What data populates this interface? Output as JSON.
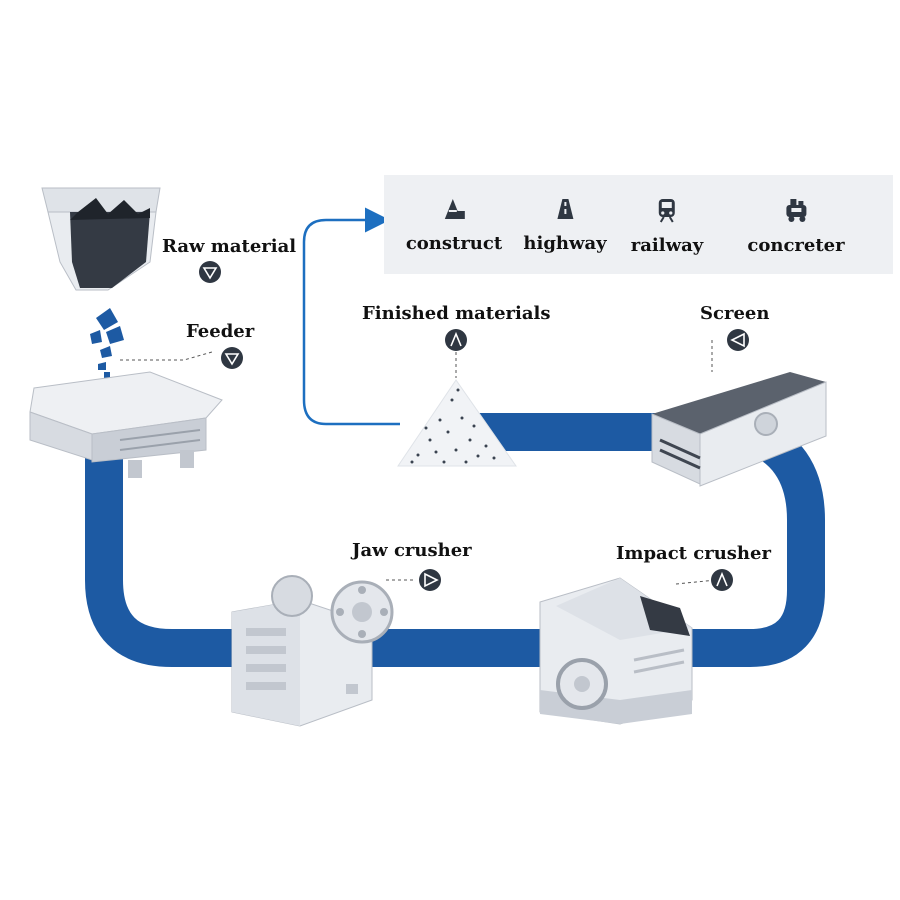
{
  "labels": {
    "raw_material": "Raw material",
    "feeder": "Feeder",
    "finished_materials": "Finished materials",
    "screen": "Screen",
    "jaw_crusher": "Jaw crusher",
    "impact_crusher": "Impact crusher"
  },
  "applications": [
    {
      "label": "construct",
      "icon": "construct-icon"
    },
    {
      "label": "highway",
      "icon": "highway-icon"
    },
    {
      "label": "railway",
      "icon": "railway-icon"
    },
    {
      "label": "concreter",
      "icon": "concreter-icon"
    }
  ],
  "colors": {
    "belt": "#1d5aa3",
    "arrow": "#1d6fc0",
    "machine_light": "#e9ecf0",
    "machine_mid": "#c9ced6",
    "machine_dark": "#2f3540",
    "badge": "#2f3742",
    "panel": "#eef0f3"
  }
}
